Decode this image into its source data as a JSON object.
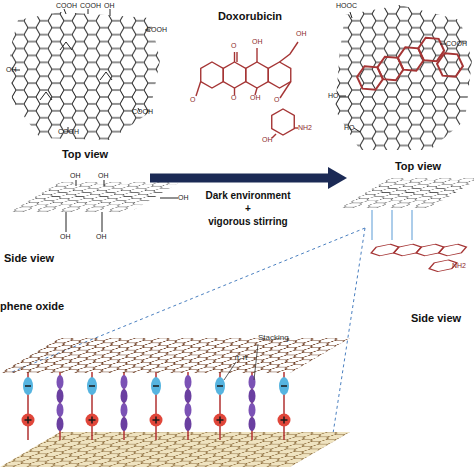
{
  "diagram": {
    "labels": [
      "COOH",
      "COOH",
      "OH",
      "COOH",
      "OH",
      "COOH",
      "COOH",
      "Top view",
      "OH",
      "OH",
      "OH",
      "OH",
      "OH",
      "Side view",
      "phene oxide",
      "Doxorubicin",
      "O",
      "OH",
      "OH",
      "O",
      "O",
      "OH",
      "O",
      "NH2",
      "OH",
      "Dark environment",
      "+",
      "vigorous stirring",
      "HOOC",
      "COOH",
      "HO",
      "HO",
      "Top view",
      "NH2",
      "Side view",
      "Stacking",
      "π-π"
    ]
  }
}
